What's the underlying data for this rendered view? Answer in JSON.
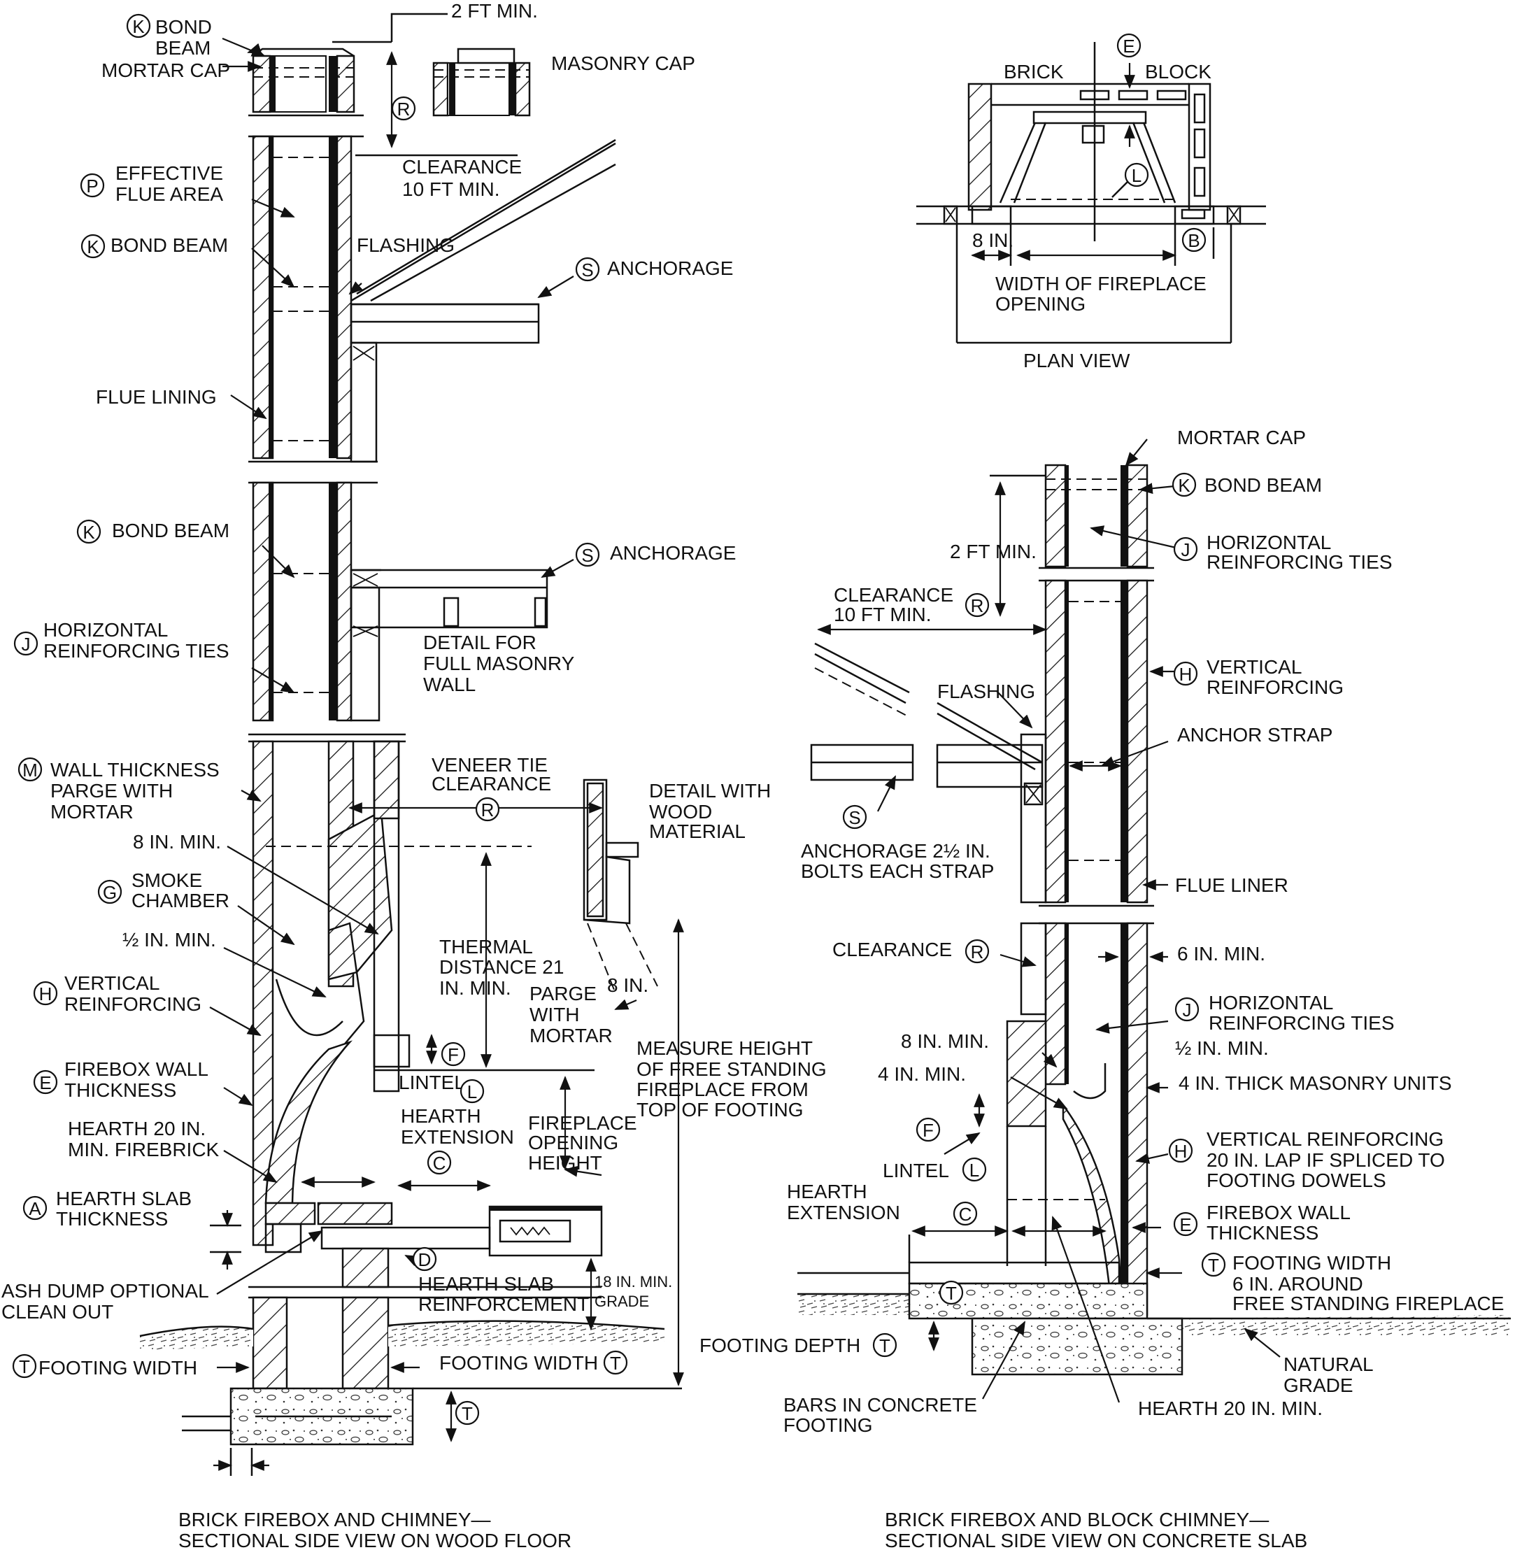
{
  "left_view": {
    "title_line1": "BRICK FIREBOX AND CHIMNEY—",
    "title_line2": "SECTIONAL SIDE VIEW ON WOOD FLOOR",
    "labels": {
      "bond_beam_top_1": "BOND",
      "bond_beam_top_2": "BEAM",
      "mortar_cap": "MORTAR CAP",
      "two_ft_min": "2 FT MIN.",
      "masonry_cap": "MASONRY CAP",
      "clearance_1": "CLEARANCE",
      "clearance_2": "10 FT MIN.",
      "effective_flue_1": "EFFECTIVE",
      "effective_flue_2": "FLUE AREA",
      "bond_beam": "BOND BEAM",
      "flashing": "FLASHING",
      "anchorage": "ANCHORAGE",
      "flue_lining": "FLUE LINING",
      "bond_beam_2": "BOND BEAM",
      "anchorage_2": "ANCHORAGE",
      "detail_full_1": "DETAIL FOR",
      "detail_full_2": "FULL MASONRY",
      "detail_full_3": "WALL",
      "horiz_ties_1": "HORIZONTAL",
      "horiz_ties_2": "REINFORCING TIES",
      "wall_thick_1": "WALL THICKNESS",
      "wall_thick_2": "PARGE WITH",
      "wall_thick_3": "MORTAR",
      "veneer_1": "VENEER TIE",
      "veneer_2": "CLEARANCE",
      "detail_wood_1": "DETAIL WITH",
      "detail_wood_2": "WOOD",
      "detail_wood_3": "MATERIAL",
      "eight_in_min": "8 IN. MIN.",
      "smoke_1": "SMOKE",
      "smoke_2": "CHAMBER",
      "half_in_min": "½ IN. MIN.",
      "thermal_1": "THERMAL",
      "thermal_2": "DISTANCE 21",
      "thermal_3": "IN. MIN.",
      "parge_1": "PARGE",
      "parge_2": "WITH",
      "parge_3": "MORTAR",
      "eight_in": "8 IN.",
      "vert_reinf_1": "VERTICAL",
      "vert_reinf_2": "REINFORCING",
      "measure_1": "MEASURE HEIGHT",
      "measure_2": "OF FREE STANDING",
      "measure_3": "FIREPLACE FROM",
      "measure_4": "TOP OF FOOTING",
      "firebox_1": "FIREBOX WALL",
      "firebox_2": "THICKNESS",
      "lintel": "LINTEL",
      "hearth_ext_1": "HEARTH",
      "hearth_ext_2": "EXTENSION",
      "fp_open_1": "FIREPLACE",
      "fp_open_2": "OPENING",
      "fp_open_3": "HEIGHT",
      "hearth20_1": "HEARTH 20 IN.",
      "hearth20_2": "MIN. FIREBRICK",
      "hearth_slab_1": "HEARTH SLAB",
      "hearth_slab_2": "THICKNESS",
      "ash_1": "ASH DUMP OPTIONAL",
      "ash_2": "CLEAN OUT",
      "slab_reinf_1": "HEARTH SLAB",
      "slab_reinf_2": "REINFORCEMENT",
      "eighteen_1": "18 IN. MIN.",
      "eighteen_2": "GRADE",
      "footing_w_left": "FOOTING WIDTH",
      "footing_w_right": "FOOTING WIDTH"
    }
  },
  "plan_view": {
    "title": "PLAN VIEW",
    "brick": "BRICK",
    "block": "BLOCK",
    "eight_in": "8 IN.",
    "width_1": "WIDTH OF FIREPLACE",
    "width_2": "OPENING"
  },
  "right_view": {
    "title_line1": "BRICK FIREBOX AND BLOCK CHIMNEY—",
    "title_line2": "SECTIONAL SIDE VIEW ON CONCRETE SLAB",
    "labels": {
      "mortar_cap": "MORTAR CAP",
      "bond_beam": "BOND BEAM",
      "two_ft_min": "2 FT MIN.",
      "horiz_ties_1": "HORIZONTAL",
      "horiz_ties_2": "REINFORCING TIES",
      "clearance_1": "CLEARANCE",
      "clearance_2": "10 FT MIN.",
      "vert_reinf_1": "VERTICAL",
      "vert_reinf_2": "REINFORCING",
      "flashing": "FLASHING",
      "anchor_strap": "ANCHOR STRAP",
      "anchorage_1": "ANCHORAGE 2½ IN.",
      "anchorage_2": "BOLTS EACH STRAP",
      "flue_liner": "FLUE LINER",
      "clearance": "CLEARANCE",
      "six_in_min": "6 IN. MIN.",
      "horiz_ties2_1": "HORIZONTAL",
      "horiz_ties2_2": "REINFORCING TIES",
      "eight_in_min": "8 IN. MIN.",
      "half_in_min": "½ IN. MIN.",
      "four_in_min": "4 IN. MIN.",
      "four_in_thick": "4 IN. THICK MASONRY UNITS",
      "vert_lap_1": "VERTICAL REINFORCING",
      "vert_lap_2": "20 IN. LAP IF SPLICED TO",
      "vert_lap_3": "FOOTING DOWELS",
      "lintel": "LINTEL",
      "hearth_ext_1": "HEARTH",
      "hearth_ext_2": "EXTENSION",
      "firebox_1": "FIREBOX WALL",
      "firebox_2": "THICKNESS",
      "footing_w_1": "FOOTING WIDTH",
      "footing_w_2": "6 IN. AROUND",
      "footing_w_3": "FREE STANDING FIREPLACE",
      "footing_depth": "FOOTING DEPTH",
      "natural_1": "NATURAL",
      "natural_2": "GRADE",
      "bars_1": "BARS IN CONCRETE",
      "bars_2": "FOOTING",
      "hearth20": "HEARTH 20 IN. MIN."
    }
  },
  "tags": {
    "A": "A",
    "B": "B",
    "C": "C",
    "D": "D",
    "E": "E",
    "F": "F",
    "G": "G",
    "H": "H",
    "J": "J",
    "K": "K",
    "L": "L",
    "M": "M",
    "P": "P",
    "R": "R",
    "S": "S",
    "T": "T"
  }
}
